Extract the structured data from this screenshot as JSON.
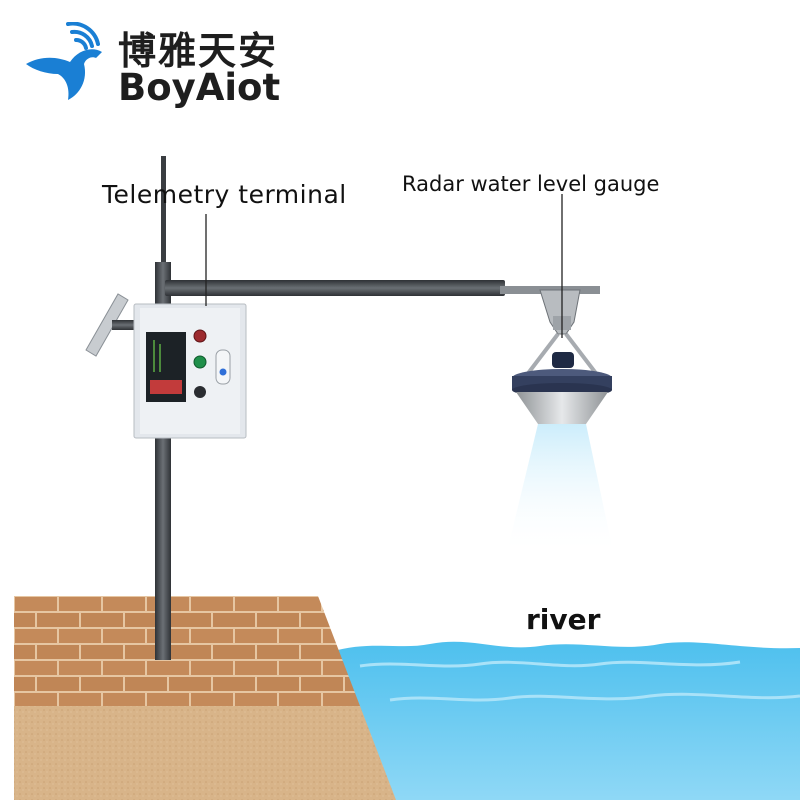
{
  "logo": {
    "brand_cn": "博雅天安",
    "brand_en": "BoyAiot",
    "icon": "bird-wifi-icon",
    "color": "#1a7fd4"
  },
  "labels": {
    "telemetry_terminal": "Telemetry terminal",
    "radar_gauge": "Radar water level gauge",
    "river": "river"
  },
  "colors": {
    "pole": "#4a4d52",
    "brick": "#c48a5a",
    "mortar": "#e8c9a8",
    "soil": "#d9b48c",
    "water": "#5bc4ee",
    "beam": "#3f4a63",
    "panel": "#e3e7ec"
  }
}
